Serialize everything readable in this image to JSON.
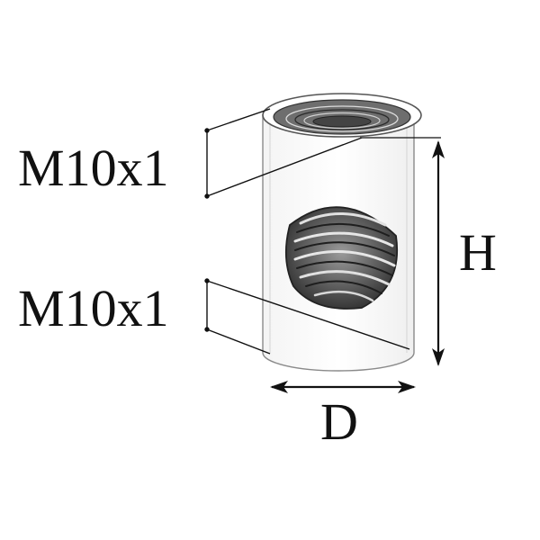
{
  "labels": {
    "top_thread": "M10x1",
    "side_thread": "M10x1",
    "height": "H",
    "diameter": "D"
  },
  "colors": {
    "ink": "#111111",
    "outline": "#8a8a8a",
    "thread_dark": "#3a3a3a",
    "thread_light": "#bdbdbd",
    "background": "#ffffff"
  }
}
